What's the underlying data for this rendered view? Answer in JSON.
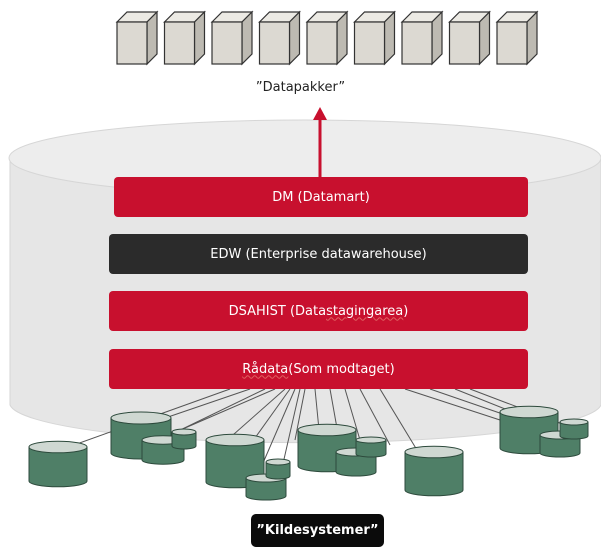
{
  "top_label": "”Datapakker”",
  "layers": [
    {
      "label": "DM (Datamart)",
      "color": "#c8102e"
    },
    {
      "label": "EDW (Enterprise datawarehouse)",
      "color": "#2b2b2b"
    },
    {
      "label_parts": [
        "DSAHIST (Data ",
        "staging",
        " ",
        "area",
        ")"
      ],
      "color": "#c8102e"
    },
    {
      "label_parts": [
        "Rådata",
        " (Som modtaget)"
      ],
      "color": "#c8102e"
    }
  ],
  "bottom_label": "”Kildesystemer”",
  "colors": {
    "accent_red": "#c8102e",
    "dark": "#2b2b2b",
    "cylinder_fill": "#e6e6e6",
    "cube_fill": "#dcd9d2",
    "source_db_fill": "#4f7f67"
  }
}
